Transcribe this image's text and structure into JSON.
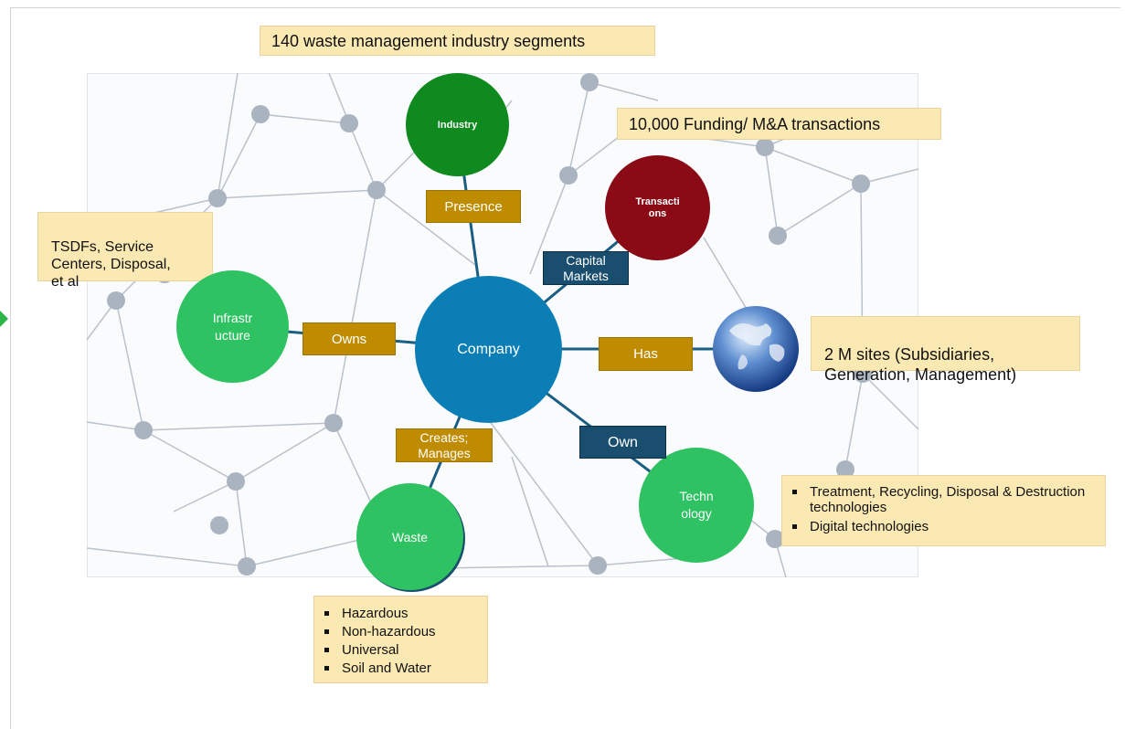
{
  "callouts": {
    "segments": "140 waste management industry segments",
    "funding": "10,000 Funding/ M&A transactions",
    "infrastructure": "TSDFs, Service\nCenters, Disposal,\net al",
    "sites": "2 M sites (Subsidiaries,\nGeneration, Management)",
    "technologies": [
      "Treatment, Recycling, Disposal & Destruction technologies",
      "Digital technologies"
    ],
    "waste_types": [
      "Hazardous",
      "Non-hazardous",
      "Universal",
      "Soil and Water"
    ]
  },
  "nodes": {
    "company": "Company",
    "industry": "Industry",
    "transactions": "Transacti\nons",
    "infrastructure": "Infrastr\nucture",
    "technology": "Techn\nology",
    "waste": "Waste"
  },
  "edges": {
    "presence": "Presence",
    "capital_markets": "Capital\nMarkets",
    "owns": "Owns",
    "has": "Has",
    "creates_manages": "Creates;\nManages",
    "own": "Own"
  },
  "colors": {
    "company": "#0b7fb5",
    "industry": "#0f8a1f",
    "transactions": "#8a0a16",
    "green_node": "#2ec262",
    "edge_label_gold": "#bf8c00",
    "edge_label_navy": "#1a4e6e",
    "callout_fill": "#fbe9b3"
  }
}
